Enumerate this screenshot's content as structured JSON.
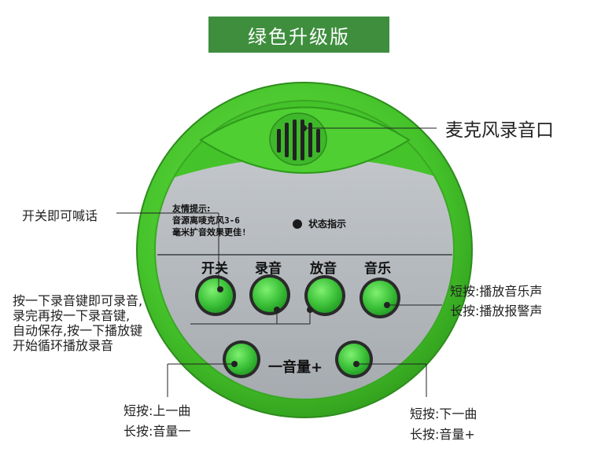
{
  "banner": {
    "title": "绿色升级版"
  },
  "panel": {
    "tip_title": "友情提示:",
    "tip_line1": "音源离唛克风3-6",
    "tip_line2": "毫米扩音效果更佳!",
    "status_label": "状态指示"
  },
  "buttons": [
    {
      "label": "开关"
    },
    {
      "label": "录音"
    },
    {
      "label": "放音"
    },
    {
      "label": "音乐"
    }
  ],
  "volume": {
    "label": "一音量+"
  },
  "callouts": {
    "mic": "麦克风录音口",
    "switch": "开关即可喊话",
    "record_lines": [
      "按一下录音键即可录音,",
      "录完再按一下录音键,",
      "自动保存,按一下播放键",
      "开始循环播放录音"
    ],
    "music_lines": [
      "短按:播放音乐声",
      "长按:播放报警声"
    ],
    "prev_lines": [
      "短按:上一曲",
      "长按:音量一"
    ],
    "next_lines": [
      "短按:下一曲",
      "长按:音量+"
    ]
  },
  "colors": {
    "banner": "#3e8e3e",
    "device_green": "#45c32a",
    "button_green": "#3dc23a",
    "panel_gray": "#aab0b5"
  }
}
